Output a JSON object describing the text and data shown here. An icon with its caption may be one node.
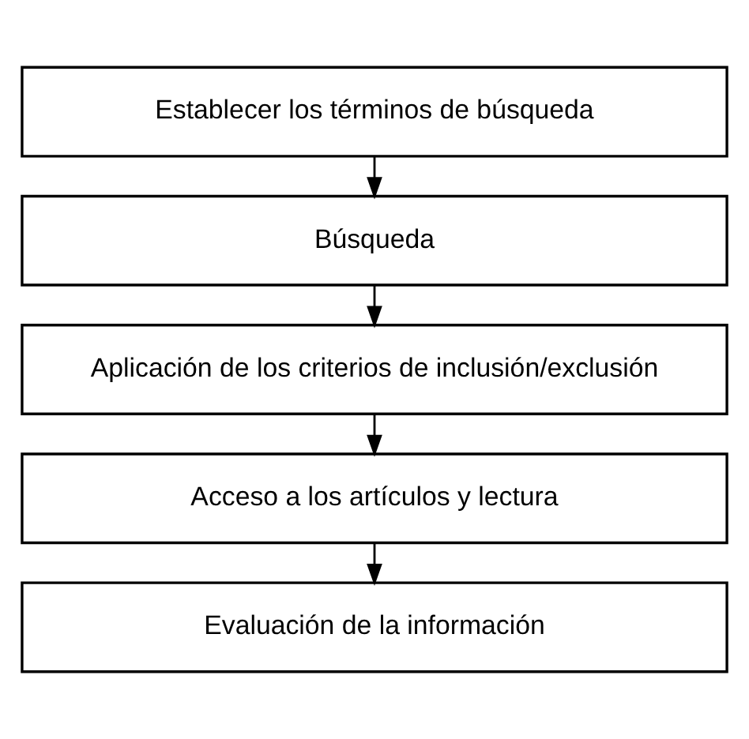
{
  "diagram": {
    "nodes": [
      {
        "text": [
          "Establecer los términos de búsqueda"
        ]
      },
      {
        "text": [
          "Búsqueda"
        ]
      },
      {
        "text": [
          "Aplicación de los criterios de inclusión/exclusión"
        ]
      },
      {
        "text": [
          "Acceso a los artículos y lectura"
        ]
      },
      {
        "text": [
          "Evaluación de la información"
        ]
      }
    ],
    "edges": [
      {
        "from": 0,
        "to": 1,
        "arrow": "to"
      },
      {
        "from": 1,
        "to": 2,
        "arrow": "to"
      },
      {
        "from": 2,
        "to": 3,
        "arrow": "to"
      },
      {
        "from": 3,
        "to": 4,
        "arrow": "to"
      }
    ]
  }
}
